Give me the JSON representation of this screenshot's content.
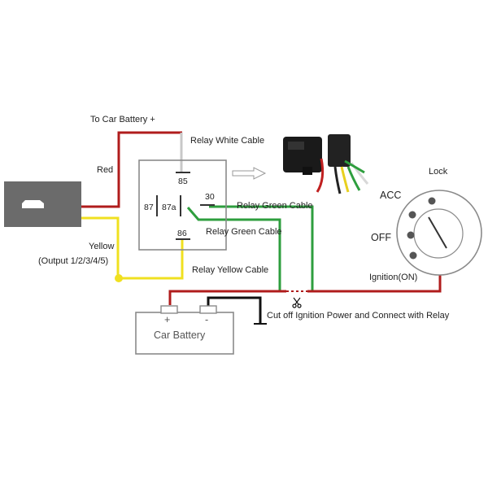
{
  "labels": {
    "to_car_battery": "To Car Battery +",
    "relay_white_cable": "Relay White Cable",
    "red": "Red",
    "yellow": "Yellow",
    "output": "(Output 1/2/3/4/5)",
    "relay_green_cable_1": "Relay Green Cable",
    "relay_green_cable_2": "Relay Green Cable",
    "relay_yellow_cable": "Relay Yellow Cable",
    "cut_off": "Cut off Ignition Power and Connect with Relay",
    "lock": "Lock",
    "acc": "ACC",
    "off": "OFF",
    "ignition_on": "Ignition(ON)",
    "car_battery": "Car Battery",
    "plus": "+",
    "minus": "-"
  },
  "relay_pins": {
    "p85": "85",
    "p87": "87",
    "p87a": "87a",
    "p30": "30",
    "p86": "86"
  },
  "colors": {
    "red_wire": "#b01c1c",
    "yellow_wire": "#f0e020",
    "green_wire": "#2e9e3e",
    "white_wire": "#c8c8c8",
    "black_wire": "#111111",
    "device": "#6b6b6b",
    "outline": "#8a8a8a"
  }
}
